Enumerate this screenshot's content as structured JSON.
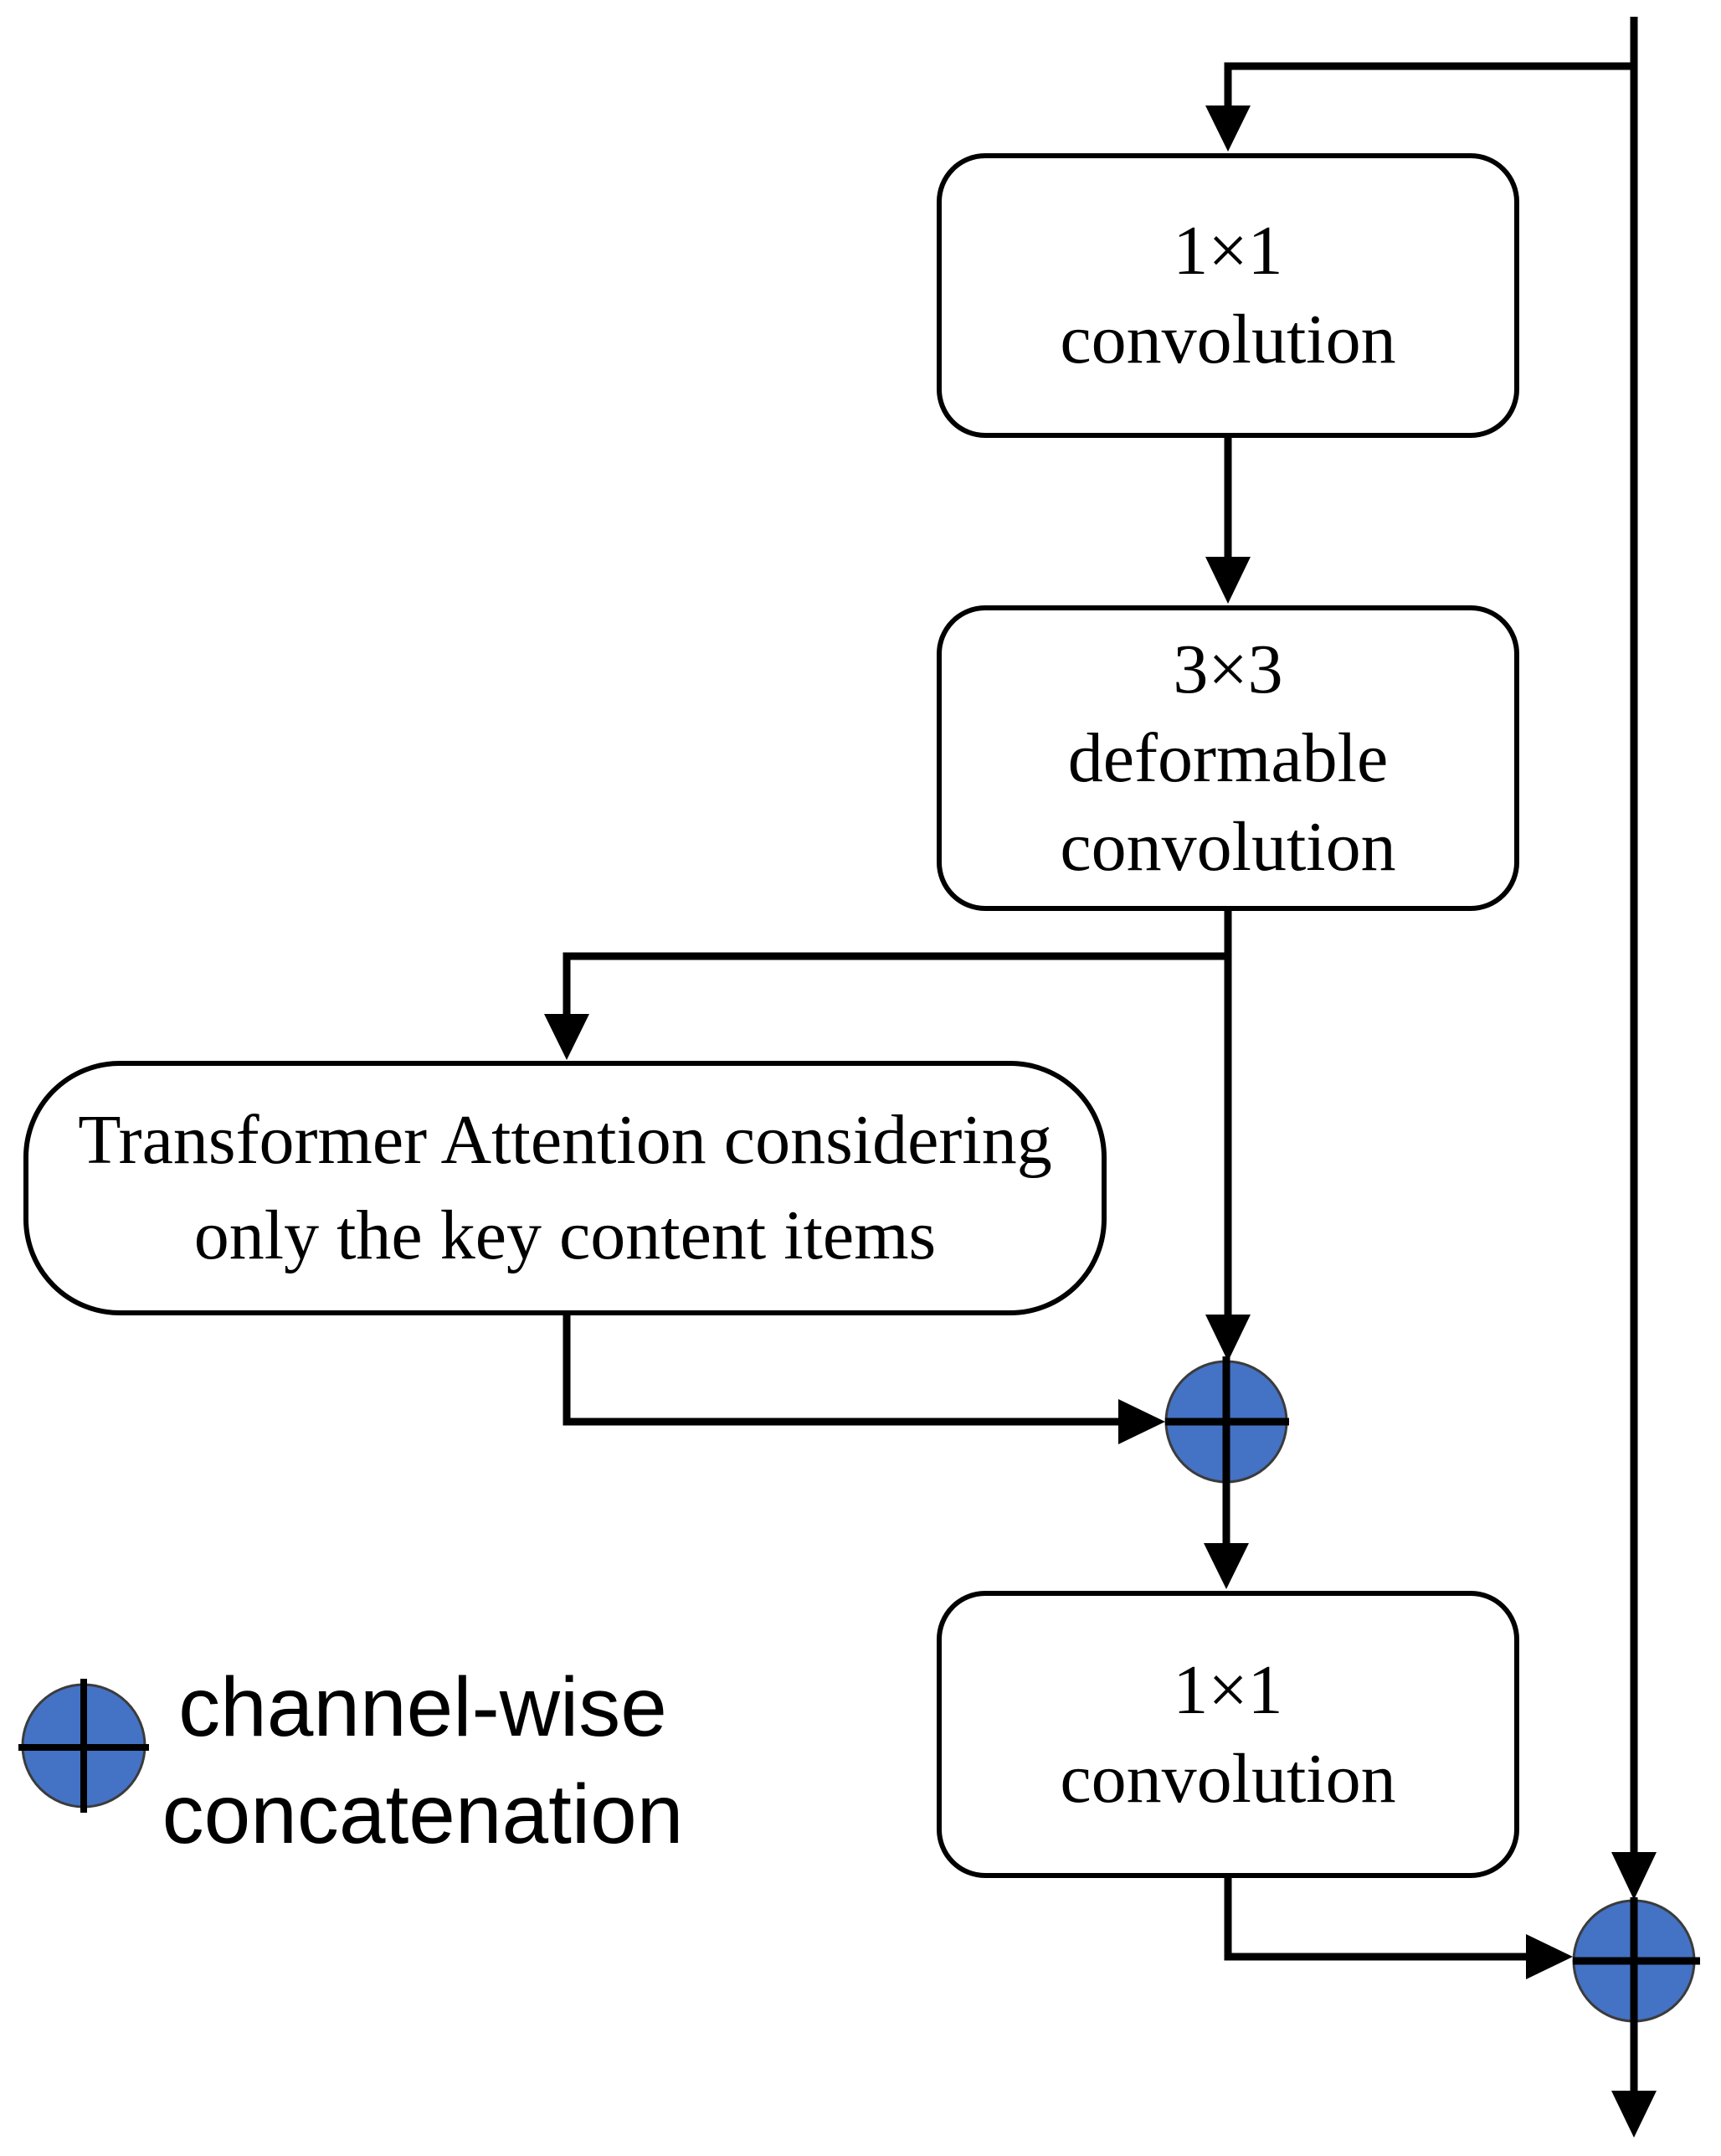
{
  "nodes": {
    "conv_top": {
      "lines": [
        "1×1",
        "convolution"
      ]
    },
    "deformable": {
      "lines": [
        "3×3",
        "deformable",
        "convolution"
      ]
    },
    "attention": {
      "lines": [
        "Transformer Attention considering",
        "only the key content items"
      ]
    },
    "conv_bottom": {
      "lines": [
        "1×1",
        "convolution"
      ]
    }
  },
  "legend": {
    "symbol": "concat-circle",
    "lines": [
      "channel-wise",
      "concatenation"
    ]
  },
  "colors": {
    "concat_fill": "#4472C4",
    "concat_stroke": "#3B3B3B",
    "line": "#000000",
    "box_border": "#000000",
    "background": "#FFFFFF"
  }
}
